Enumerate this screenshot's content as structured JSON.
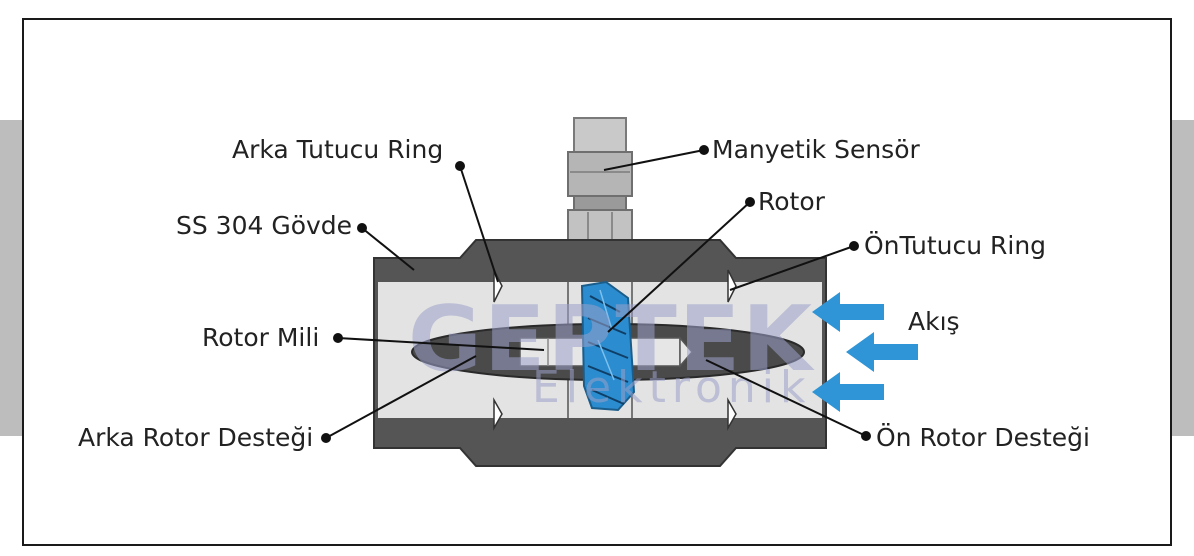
{
  "labels": {
    "arka_tutucu_ring": "Arka Tutucu Ring",
    "ss304_govde": "SS 304 Gövde",
    "rotor_mili": "Rotor Mili",
    "arka_rotor_destegi": "Arka Rotor Desteği",
    "manyetik_sensor": "Manyetik Sensör",
    "rotor": "Rotor",
    "on_tutucu_ring": "ÖnTutucu Ring",
    "akis": "Akış",
    "on_rotor_destegi": "Ön Rotor Desteği"
  },
  "watermark": {
    "line1": "GEPTEK",
    "line2": "Elektronik"
  },
  "colors": {
    "body_dark": "#555555",
    "body_light": "#e3e3e3",
    "rotor_blue": "#2b8ccf",
    "arrow_blue": "#2f95d6",
    "leader": "#111111"
  }
}
